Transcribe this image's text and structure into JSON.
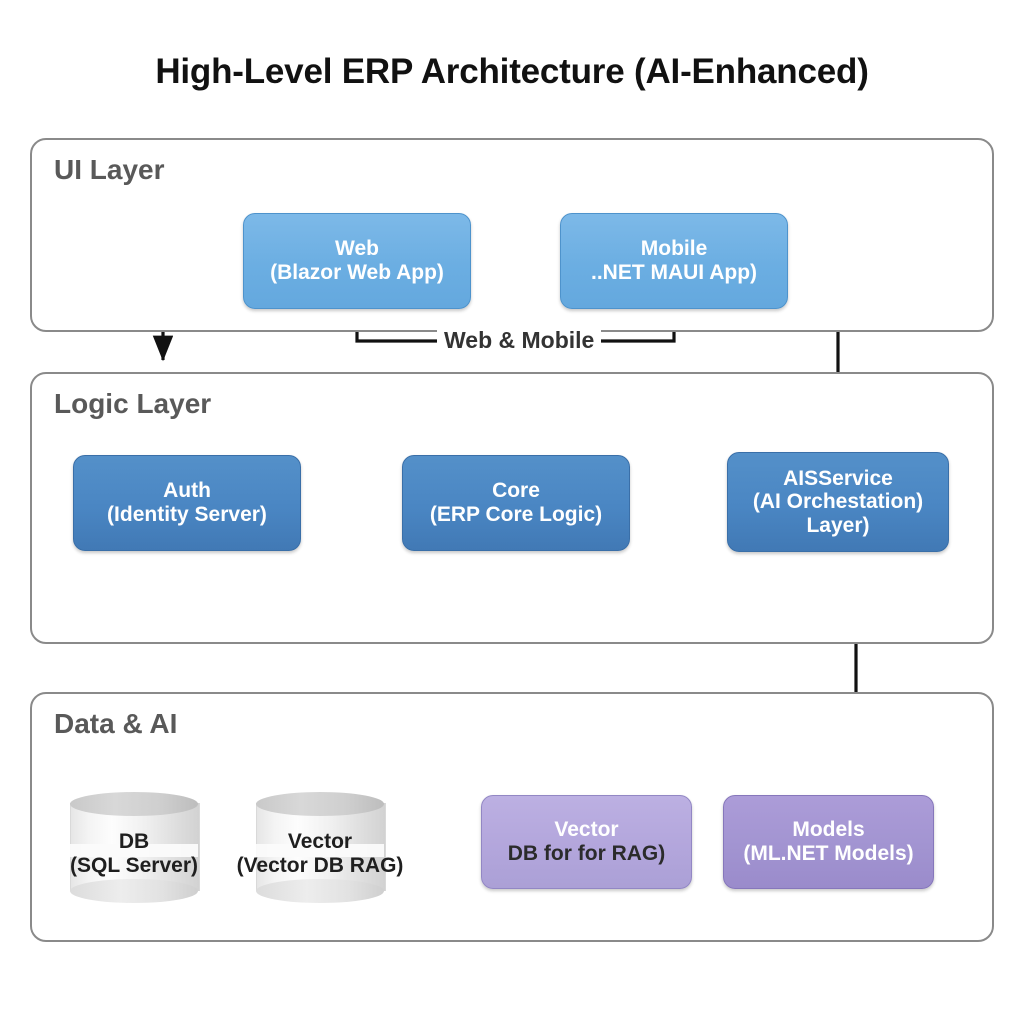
{
  "title": "High-Level ERP Architecture (AI-Enhanced)",
  "layers": [
    {
      "id": "ui",
      "title": "UI Layer"
    },
    {
      "id": "logic",
      "title": "Logic Layer"
    },
    {
      "id": "data",
      "title": "Data & AI"
    }
  ],
  "nodes": {
    "web": {
      "line1": "Web",
      "line2": "(Blazor Web App)",
      "color": "#6BAEE2"
    },
    "mobile": {
      "line1": "Mobile",
      "line2": "..NET MAUI App)",
      "color": "#6BAEE2"
    },
    "auth": {
      "line1": "Auth",
      "line2": "(Identity Server)",
      "color": "#4A86C3"
    },
    "core": {
      "line1": "Core",
      "line2": "(ERP Core Logic)",
      "color": "#4A86C3"
    },
    "aiservice": {
      "line1": "AISService",
      "line2": "(AI Orchestation)",
      "line3": "Layer)",
      "color": "#4A86C3"
    },
    "vector_db": {
      "line1": "Vector",
      "line2": "DB for for RAG)",
      "color": "#B3A6DC"
    },
    "models": {
      "line1": "Models",
      "line2": "(ML.NET Models)",
      "color": "#A294D1"
    }
  },
  "cylinders": {
    "db": {
      "line1": "DB",
      "line2": "(SQL Server)",
      "color": "#e0e0e0"
    },
    "vector": {
      "line1": "Vector",
      "line2": "(Vector DB RAG)",
      "color": "#e0e0e0"
    }
  },
  "connectors": {
    "web_mobile_label": "Web & Mobile"
  },
  "colors": {
    "background": "#ffffff",
    "layer_border": "#8a8a8a",
    "layer_title": "#595959",
    "arrow": "#111111",
    "title_text": "#111111"
  }
}
